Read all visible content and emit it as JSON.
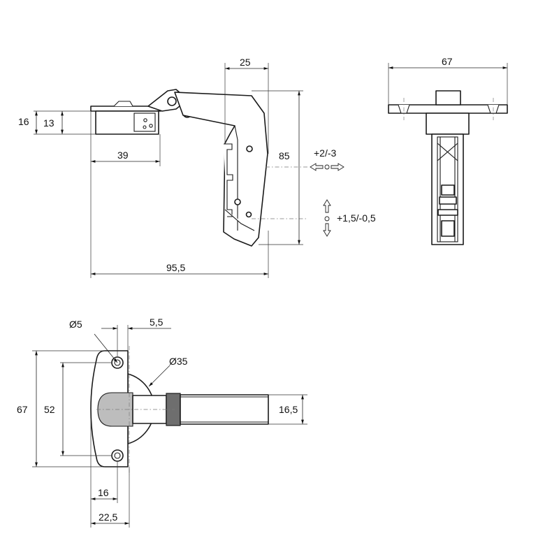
{
  "drawing": {
    "side_view": {
      "dim_total_height": "16",
      "dim_plate_height": "13",
      "dim_cup_offset": "39",
      "dim_arm_width": "25",
      "dim_arm_height": "85",
      "dim_total_length": "95,5",
      "adjust_side": "+2/-3",
      "adjust_depth": "+1,5/-0,5"
    },
    "front_view": {
      "dim_plate_width": "67"
    },
    "plan_view": {
      "dim_hole_diameter": "Ø5",
      "dim_hole_offset": "5,5",
      "dim_cup_diameter": "Ø35",
      "dim_plate_height": "67",
      "dim_hole_spacing": "52",
      "dim_arm_width": "16,5",
      "dim_cup_center": "16",
      "dim_cup_edge": "22,5"
    }
  }
}
